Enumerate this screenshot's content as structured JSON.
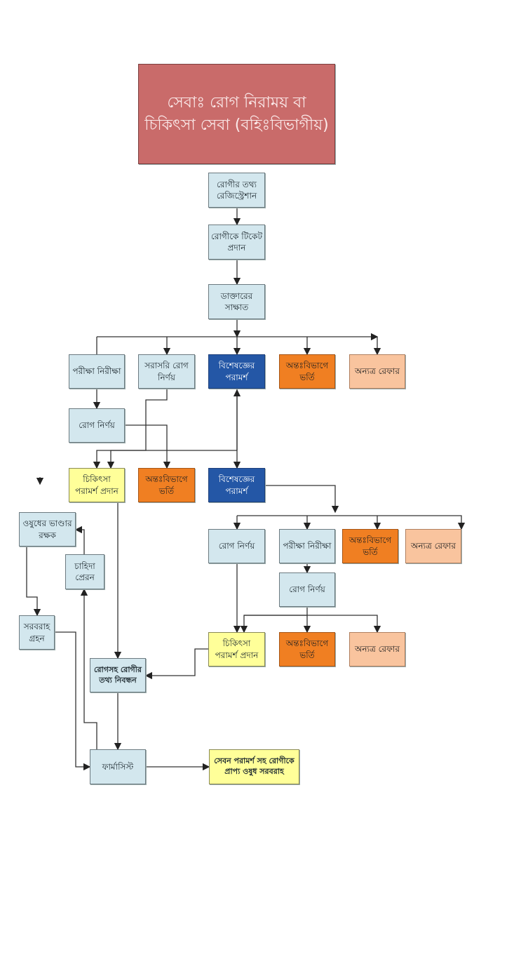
{
  "title": "সেবাঃ রোগ নিরাময় বা  চিকিৎসা সেবা (বহিঃবিভাগীয়)",
  "nodes": {
    "registration": "রোগীর তথ্য রেজিস্ট্রেশান",
    "ticket": "রোগীকে টিকেট প্রদান",
    "doctor_visit": "ডাক্তারের সাক্ষাত",
    "examination_1": "পরীক্ষা নিরীক্ষা",
    "direct_diagnosis": "সরাসরি রোগ নির্ণয়",
    "specialist_1": "বিশেষজ্ঞের পরামর্শ",
    "admission_1": "অন্তঃবিভাগে ভর্তি",
    "referral_1": "অন্যত্র রেফার",
    "diagnosis_1": "রোগ নির্ণয়",
    "treatment_advice_1": "চিকিৎসা পরামর্শ প্রদান",
    "admission_2": "অন্তঃবিভাগে ভর্তি",
    "specialist_2": "বিশেষজ্ঞের পরামর্শ",
    "store_keeper": "ওষুধের ভাণ্ডার রক্ষক",
    "requisition": "চাহিদা প্রেরন",
    "supply_receive": "সরবরাহ গ্রহন",
    "diagnosis_2": "রোগ নির্ণয়",
    "examination_2": "পরীক্ষা নিরীক্ষা",
    "admission_3": "অন্তঃবিভাগে ভর্তি",
    "referral_2": "অন্যত্র রেফার",
    "diagnosis_3": "রোগ নির্ণয়",
    "treatment_advice_2": "চিকিৎসা পরামর্শ প্রদান",
    "admission_4": "অন্তঃবিভাগে ভর্তি",
    "referral_3": "অন্যত্র রেফার",
    "record_registration": "রোগসহ রোগীর তথ্য নিবন্ধন",
    "pharmacist": "ফার্মাসিস্ট",
    "dispense": "সেবন পরামর্শ সহ রোগীকে প্রাপ্য ওষুধ সরবরাহ"
  },
  "colors": {
    "title": "#c96b6a",
    "process": "#d3e7ee",
    "specialist": "#2457a6",
    "admission": "#f07f22",
    "referral": "#f9c49e",
    "treatment": "#ffff99"
  }
}
